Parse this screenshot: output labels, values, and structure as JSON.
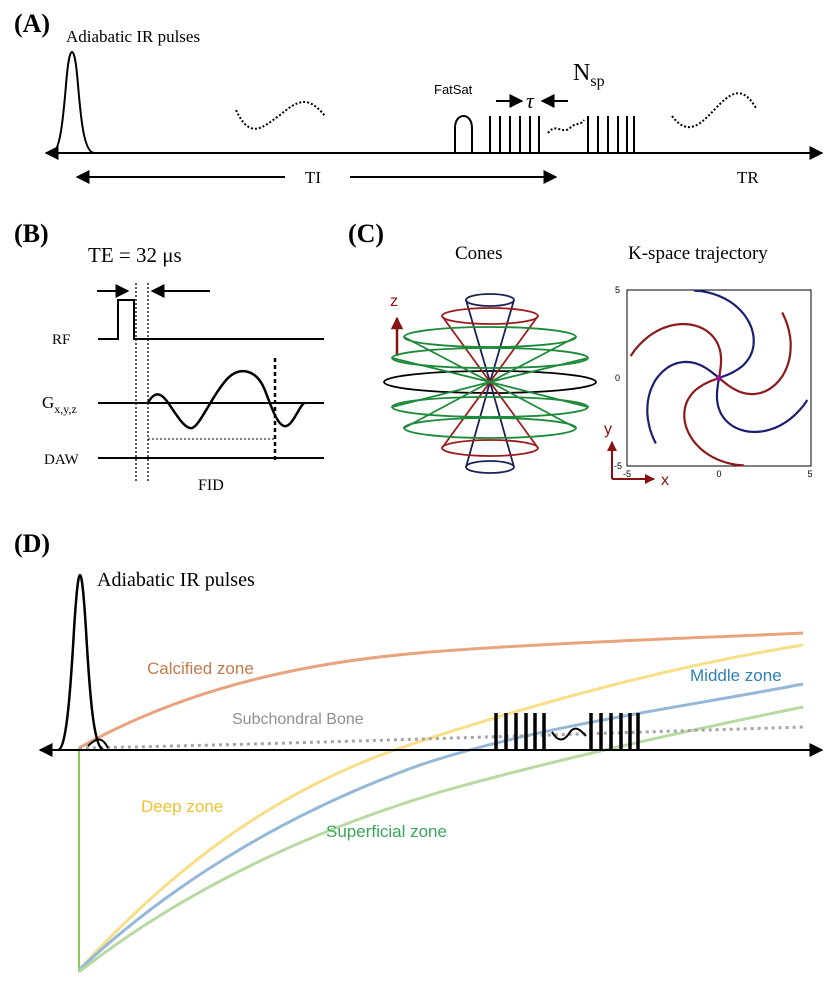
{
  "panel_a": {
    "label": "(A)",
    "ir_label": "Adiabatic IR pulses",
    "fatsat_label": "FatSat",
    "tau_label": "τ",
    "nsp_main": "N",
    "nsp_sub": "sp",
    "ti_label": "TI",
    "tr_label": "TR"
  },
  "panel_b": {
    "label": "(B)",
    "te_label": "TE = 32 μs",
    "rf_label": "RF",
    "g_main": "G",
    "g_sub": "x,y,z",
    "daw_label": "DAW",
    "fid_label": "FID"
  },
  "panel_c": {
    "label": "(C)",
    "cones_title": "Cones",
    "kspace_title": "K-space trajectory",
    "z_axis": "z",
    "x_axis": "x",
    "y_axis": "y",
    "ticks": {
      "ymax": "5",
      "yzero": "0",
      "ymin": "-5",
      "xmin": "-5",
      "xzero": "0",
      "xmax": "5"
    }
  },
  "panel_d": {
    "label": "(D)",
    "ir_label": "Adiabatic IR pulses",
    "calcified": "Calcified zone",
    "subchondral": "Subchondral Bone",
    "middle": "Middle zone",
    "deep": "Deep zone",
    "superficial": "Superficial zone"
  },
  "colors": {
    "calcified": "#e8a47e",
    "subchondral": "#a6a6a6",
    "middle": "#94b8d8",
    "deep": "#f8de86",
    "superficial": "#b9d9a3",
    "ir_line": "#8ac85a",
    "cone_red": "#9b1c1c",
    "cone_green": "#1e8a3a",
    "cone_navy": "#1a2255",
    "traj_red": "#8b1a1a",
    "traj_navy": "#1b1f6e"
  },
  "chart_data": {
    "type": "line",
    "title": "",
    "xlabel": "",
    "ylabel": "",
    "series": [
      {
        "name": "Calcified zone"
      },
      {
        "name": "Subchondral Bone"
      },
      {
        "name": "Middle zone"
      },
      {
        "name": "Deep zone"
      },
      {
        "name": "Superficial zone"
      }
    ]
  }
}
